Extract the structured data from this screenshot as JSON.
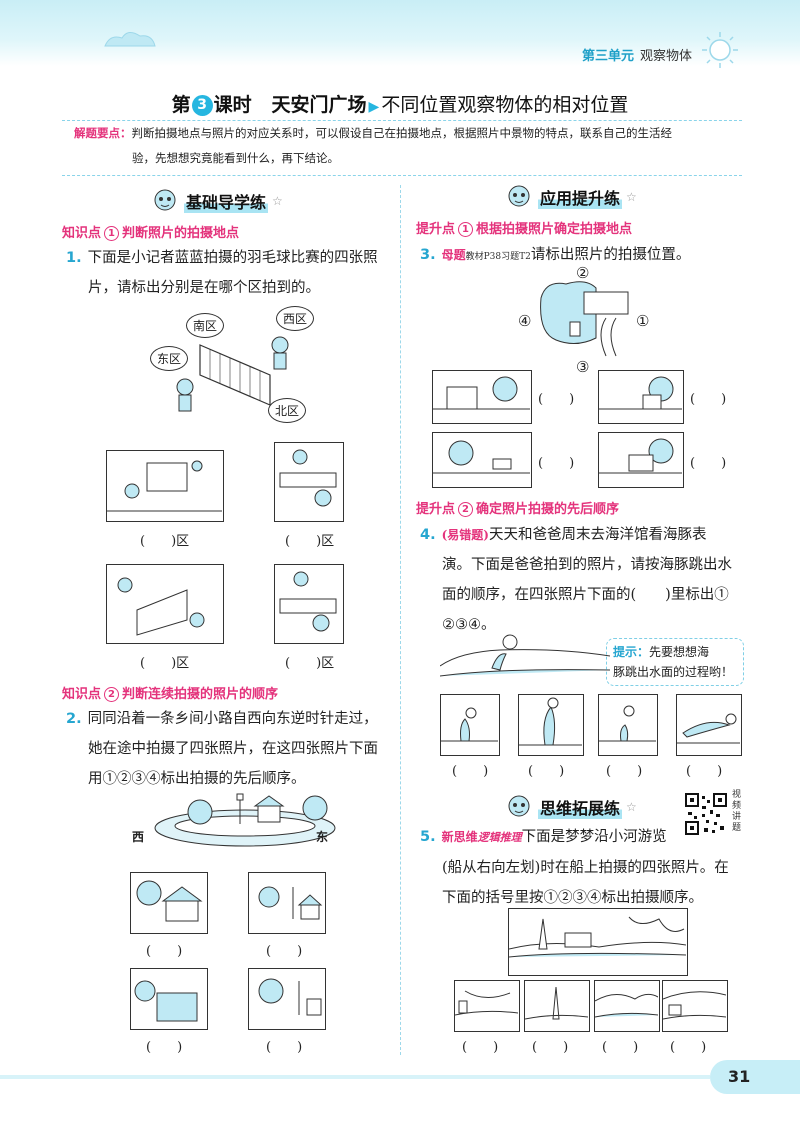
{
  "header": {
    "unit": "第三单元",
    "unit_topic": "观察物体"
  },
  "lesson": {
    "prefix": "第",
    "number": "3",
    "suffix": "课时",
    "place": "天安门广场",
    "topic": "不同位置观察物体的相对位置"
  },
  "tips": {
    "label": "解题要点：",
    "line1": "判断拍摄地点与照片的对应关系时，可以假设自己在拍摄地点，根据照片中景物的特点，联系自己的生活经",
    "line2": "验，先想想究竟能看到什么，再下结论。"
  },
  "left": {
    "section": "基础导学练",
    "kp1": {
      "label": "知识点",
      "num": "1",
      "text": "判断照片的拍摄地点"
    },
    "q1": {
      "num": "1.",
      "line1": "下面是小记者蓝蓝拍摄的羽毛球比赛的四张照",
      "line2": "片，请标出分别是在哪个区拍到的。"
    },
    "regions": [
      "南区",
      "西区",
      "东区",
      "北区"
    ],
    "q1_answers": [
      "(　　)区",
      "(　　)区",
      "(　　)区",
      "(　　)区"
    ],
    "kp2": {
      "label": "知识点",
      "num": "2",
      "text": "判断连续拍摄的照片的顺序"
    },
    "q2": {
      "num": "2.",
      "line1": "同同沿着一条乡间小路自西向东逆时针走过，",
      "line2": "她在途中拍摄了四张照片，在这四张照片下面",
      "line3": "用①②③④标出拍摄的先后顺序。"
    },
    "west": "西",
    "east": "东",
    "q2_answers": [
      "(　　)",
      "(　　)",
      "(　　)",
      "(　　)"
    ]
  },
  "right": {
    "section": "应用提升练",
    "kp1": {
      "label": "提升点",
      "num": "1",
      "text": "根据拍摄照片确定拍摄地点"
    },
    "q3": {
      "num": "3.",
      "tag": "母题",
      "ref": "教材P38习题T2",
      "text": "请标出照片的拍摄位置。"
    },
    "marks": [
      "②",
      "①",
      "③",
      "④"
    ],
    "q3_answers": [
      "(　　)",
      "(　　)",
      "(　　)",
      "(　　)"
    ],
    "kp2": {
      "label": "提升点",
      "num": "2",
      "text": "确定照片拍摄的先后顺序"
    },
    "q4": {
      "num": "4.",
      "tag": "(易错题)",
      "line1": "天天和爸爸周末去海洋馆看海豚表",
      "line2": "演。下面是爸爸拍到的照片，请按海豚跳出水",
      "line3": "面的顺序，在四张照片下面的(　　)里标出①",
      "line4": "②③④。"
    },
    "hint": {
      "label": "提示：",
      "line1": "先要想想海",
      "line2": "豚跳出水面的过程哟！"
    },
    "q4_answers": [
      "(　　)",
      "(　　)",
      "(　　)",
      "(　　)"
    ],
    "section2": "思维拓展练",
    "qr_text": "视频讲题",
    "q5": {
      "num": "5.",
      "tag": "新思维",
      "tag2": "逻辑推理",
      "line1": "下面是梦梦沿小河游览",
      "line2": "(船从右向左划)时在船上拍摄的四张照片。在",
      "line3": "下面的括号里按①②③④标出拍摄顺序。"
    },
    "q5_answers": [
      "(　　)",
      "(　　)",
      "(　　)",
      "(　　)"
    ]
  },
  "page_number": "31"
}
